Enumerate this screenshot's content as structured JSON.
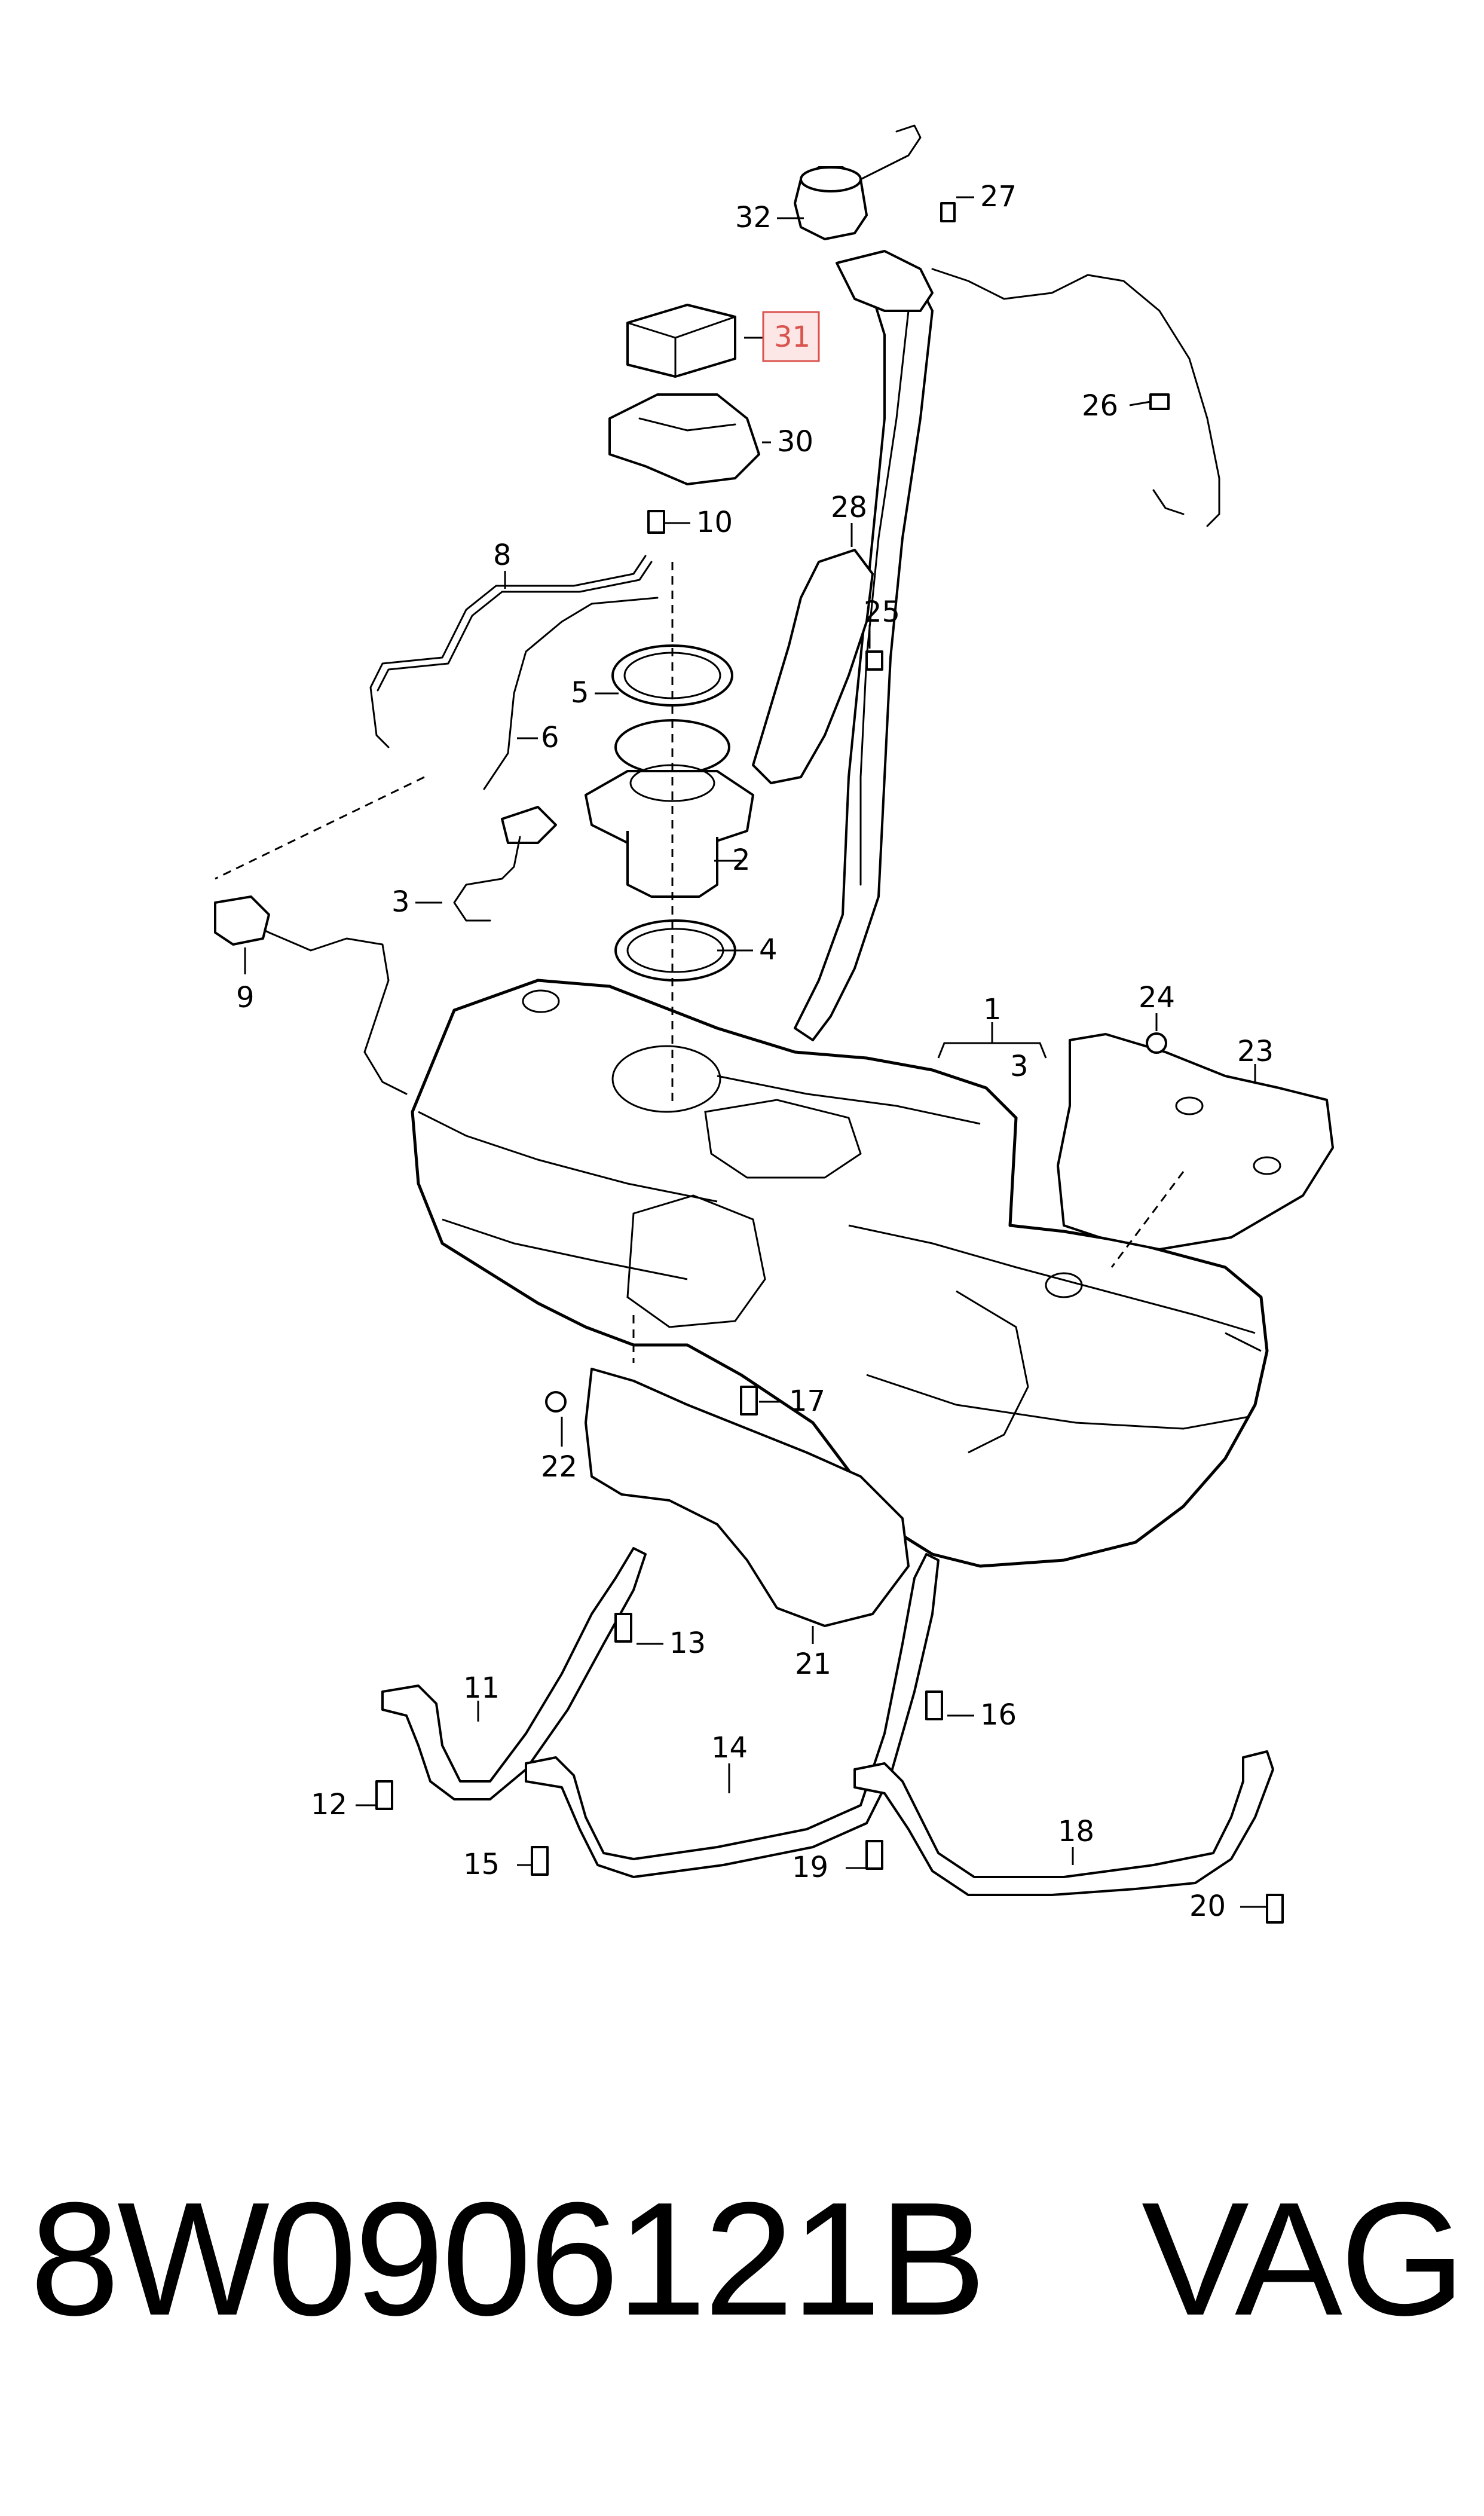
{
  "callouts": {
    "c1": "1",
    "c2": "2",
    "c3a": "3",
    "c3b": "3",
    "c4": "4",
    "c5": "5",
    "c6": "6",
    "c8": "8",
    "c9": "9",
    "c10": "10",
    "c11": "11",
    "c12": "12",
    "c13": "13",
    "c14": "14",
    "c15": "15",
    "c16": "16",
    "c17": "17",
    "c18": "18",
    "c19": "19",
    "c20": "20",
    "c21": "21",
    "c22": "22",
    "c23": "23",
    "c24": "24",
    "c25": "25",
    "c26": "26",
    "c27": "27",
    "c28": "28",
    "c30": "30",
    "c31": "31",
    "c32": "32"
  },
  "highlight": {
    "callout": "31",
    "color": "#d9534f"
  },
  "footer": {
    "part_number": "8W0906121B",
    "brand": "VAG"
  }
}
